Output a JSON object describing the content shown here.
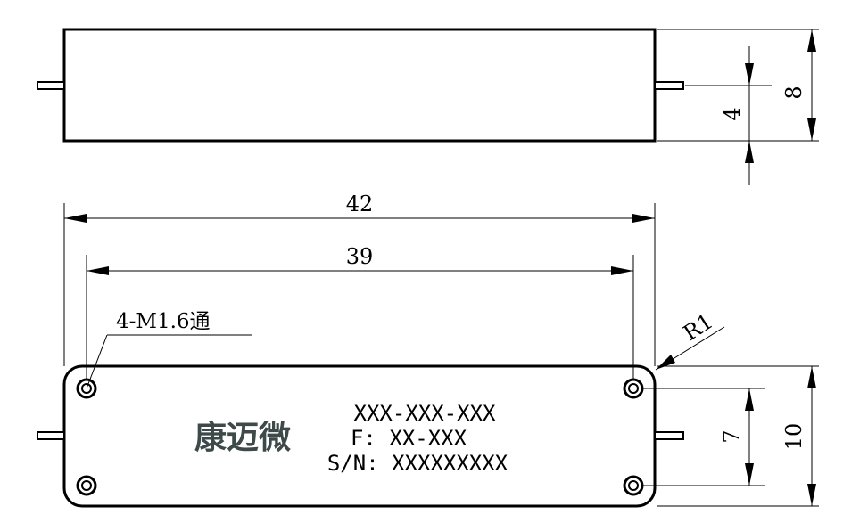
{
  "dimensions": {
    "top_height_outer": "8",
    "top_height_inner": "4",
    "length_overall": "42",
    "hole_spacing_horizontal": "39",
    "hole_spacing_vertical": "7",
    "height_overall": "10",
    "corner_radius": "R1",
    "hole_callout": "4-M1.6通"
  },
  "marking": {
    "brand": "康迈微",
    "part_number": "XXX-XXX-XXX",
    "frequency_line": "F: XX-XXX",
    "serial_line": "S/N: XXXXXXXXX"
  },
  "colors": {
    "brand": "#3d4a49",
    "line": "#000000"
  }
}
